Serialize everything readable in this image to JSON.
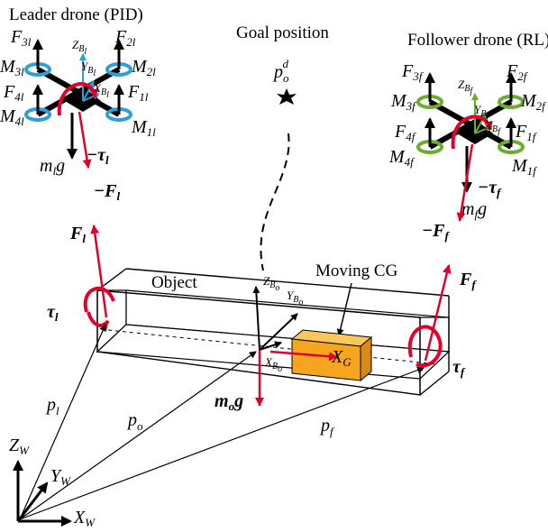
{
  "headers": {
    "leader": "Leader drone (PID)",
    "goal": "Goal position",
    "follower": "Follower drone (RL)"
  },
  "labels": {
    "object": "Object",
    "moving_cg": "Moving CG"
  },
  "leader": {
    "forces": [
      "F",
      "F",
      "F",
      "F"
    ],
    "force_subs": [
      "3l",
      "2l",
      "4l",
      "1l"
    ],
    "moments": [
      "M",
      "M",
      "M",
      "M"
    ],
    "moment_subs": [
      "3l",
      "2l",
      "4l",
      "1l"
    ],
    "z_axis": "Z",
    "z_sub": "B",
    "z_subsub": "l",
    "y_axis": "Y",
    "y_sub": "B",
    "y_subsub": "l",
    "x_axis": "X",
    "x_sub": "B",
    "x_subsub": "l",
    "torque": "−τ",
    "torque_sub": "l",
    "weight": "m",
    "weight_sub": "l",
    "weight_g": "g",
    "neg_force": "−F",
    "neg_force_sub": "l"
  },
  "follower": {
    "forces": [
      "F",
      "F",
      "F",
      "F"
    ],
    "force_subs": [
      "3f",
      "2f",
      "4f",
      "1f"
    ],
    "moments": [
      "M",
      "M",
      "M",
      "M"
    ],
    "moment_subs": [
      "3f",
      "2f",
      "4f",
      "1f"
    ],
    "z_axis": "Z",
    "z_sub": "B",
    "z_subsub": "f",
    "y_axis": "Y",
    "y_sub": "B",
    "y_subsub": "f",
    "x_axis": "X",
    "x_sub": "B",
    "x_subsub": "f",
    "torque": "−τ",
    "torque_sub": "f",
    "weight": "m",
    "weight_sub": "f",
    "weight_g": "g",
    "neg_force": "−F",
    "neg_force_sub": "f"
  },
  "goal": {
    "symbol": "p",
    "sub": "o",
    "sup": "d"
  },
  "object_frame": {
    "z": "Z",
    "z_sub": "B",
    "z_subsub": "o",
    "y": "Y",
    "y_sub": "B",
    "y_subsub": "o",
    "x": "X",
    "x_sub": "B",
    "x_subsub": "o",
    "cg": "X",
    "cg_sub": "G",
    "weight": "m",
    "weight_sub": "o",
    "weight_g": "g"
  },
  "attach_left": {
    "force": "F",
    "force_sub": "l",
    "torque": "τ",
    "torque_sub": "l"
  },
  "attach_right": {
    "force": "F",
    "force_sub": "f",
    "torque": "τ",
    "torque_sub": "f"
  },
  "positions": {
    "p_l": "p",
    "p_l_sub": "l",
    "p_o": "p",
    "p_o_sub": "o",
    "p_f": "p",
    "p_f_sub": "f"
  },
  "world": {
    "z": "Z",
    "z_sub": "W",
    "y": "Y",
    "y_sub": "W",
    "x": "X",
    "x_sub": "W"
  },
  "colors": {
    "red": "#e0002a",
    "leader_prop": "#2f9fd8",
    "follower_prop": "#6cad2f",
    "cg_box": "#f5a51e",
    "black": "#000000"
  }
}
